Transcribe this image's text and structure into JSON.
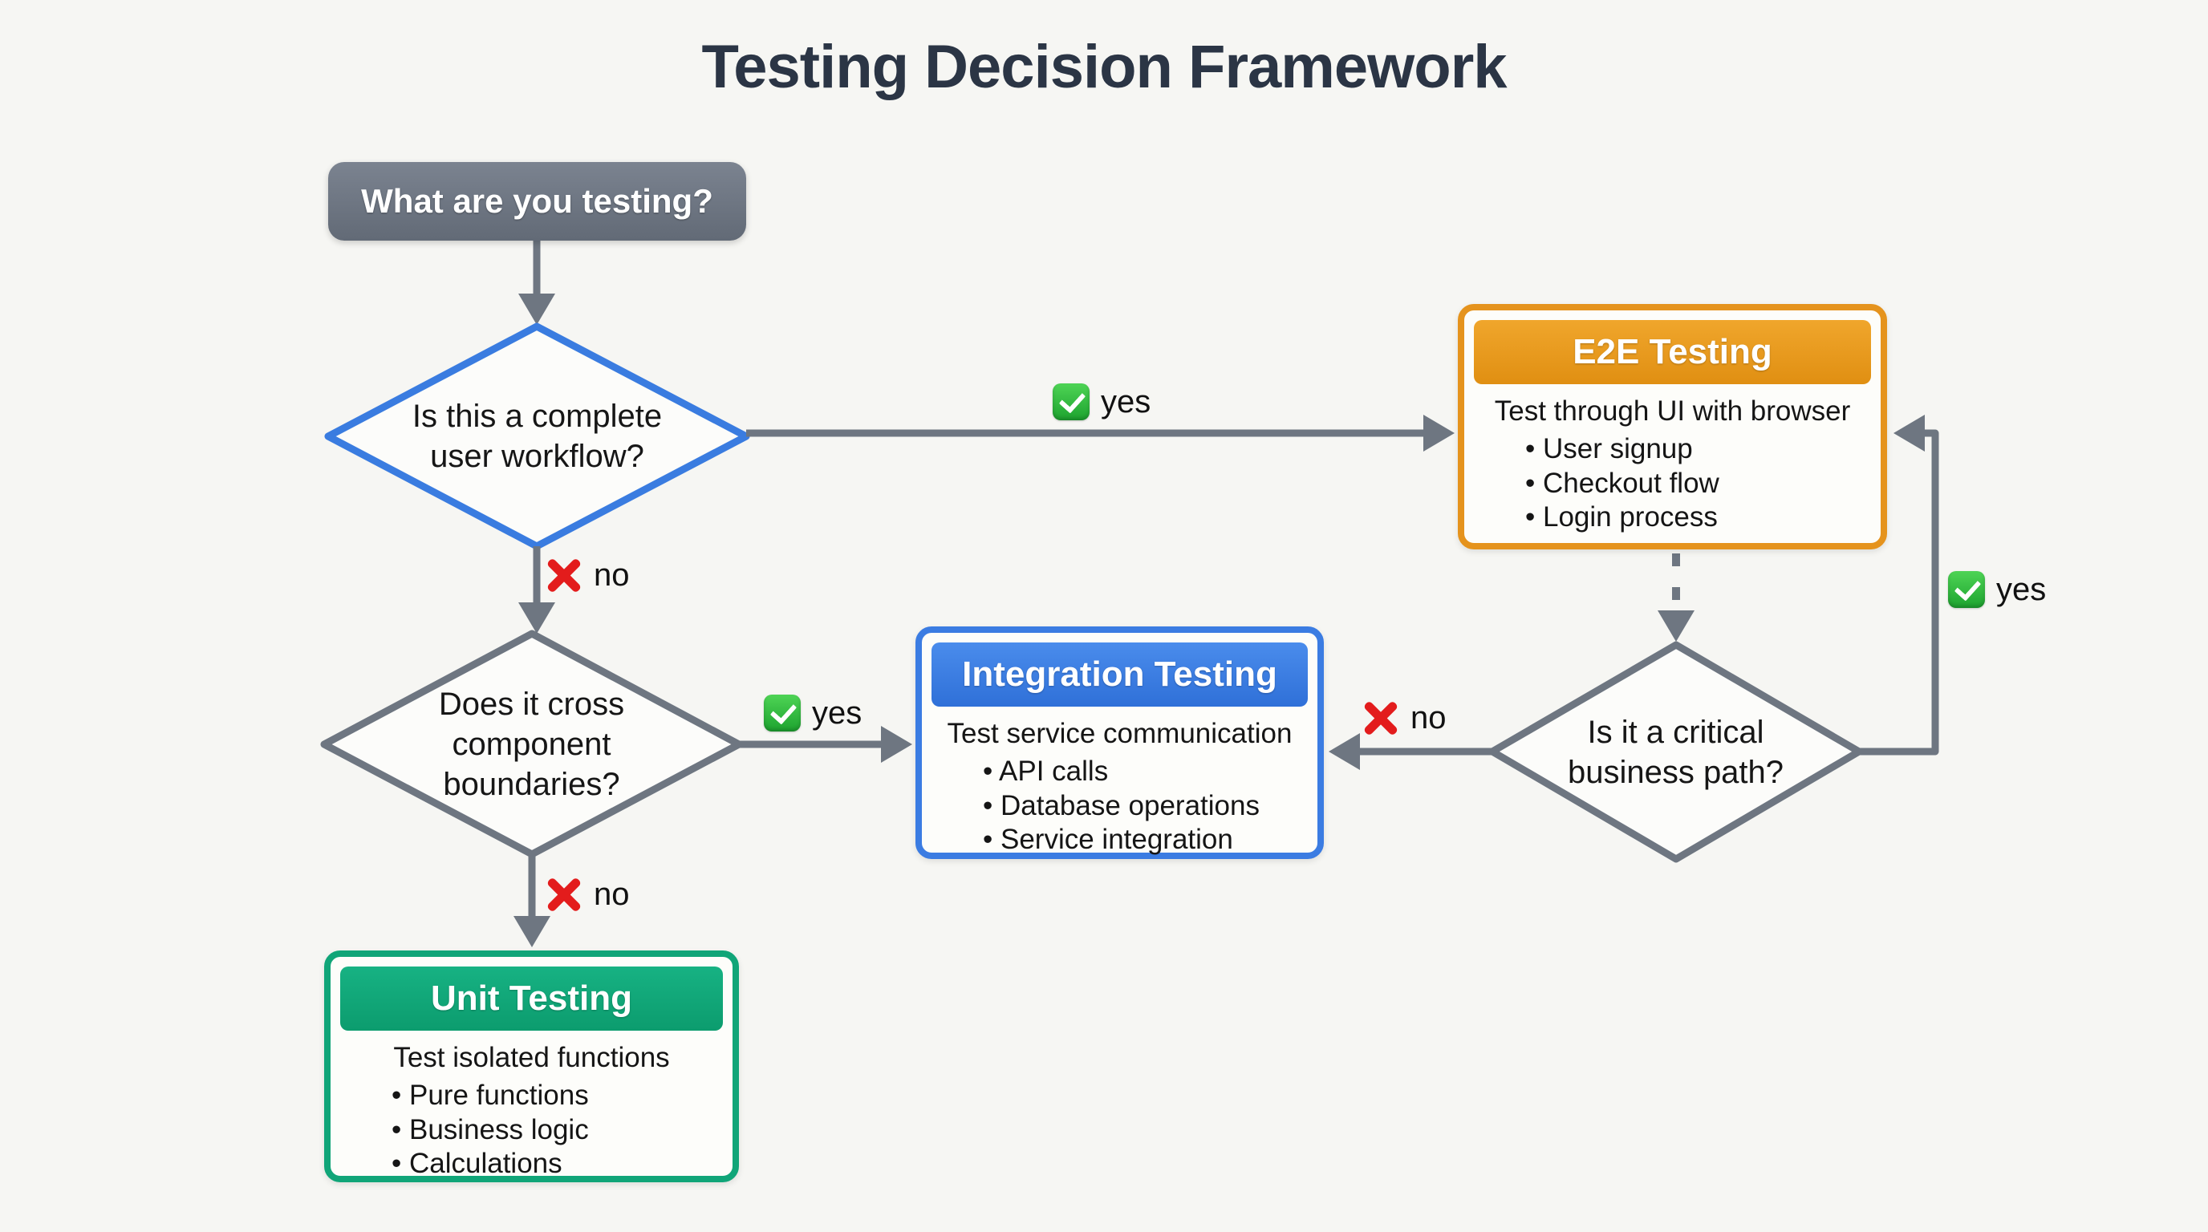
{
  "title": "Testing Decision Framework",
  "nodes": {
    "start": {
      "label": "What are you testing?"
    },
    "workflow_decision": {
      "label": "Is this a complete user workflow?"
    },
    "boundaries_decision": {
      "label": "Does it cross component boundaries?"
    },
    "critical_path_decision": {
      "label": "Is it a critical business path?"
    },
    "e2e": {
      "title": "E2E Testing",
      "description": "Test through UI with browser",
      "bullets": [
        "User signup",
        "Checkout flow",
        "Login process"
      ]
    },
    "integration": {
      "title": "Integration Testing",
      "description": "Test service communication",
      "bullets": [
        "API calls",
        "Database operations",
        "Service integration"
      ]
    },
    "unit": {
      "title": "Unit Testing",
      "description": "Test isolated functions",
      "bullets": [
        "Pure functions",
        "Business logic",
        "Calculations"
      ]
    }
  },
  "edge_labels": {
    "workflow_yes": "yes",
    "workflow_no": "no",
    "boundaries_yes": "yes",
    "boundaries_no": "no",
    "critical_no": "no",
    "critical_yes": "yes"
  },
  "colors": {
    "e2e_accent": "#E5931D",
    "integration_accent": "#3B7CE2",
    "unit_accent": "#10A578",
    "workflow_diamond_border": "#3A7CE0",
    "gray_diamond_border": "#6E7681",
    "connector_gray": "#6E7681",
    "start_box_gray": "#6B7380",
    "title_text": "#2B3545",
    "yes_icon_green": "#2DB83D",
    "no_icon_red": "#E31C1C",
    "background": "#F6F6F3"
  }
}
